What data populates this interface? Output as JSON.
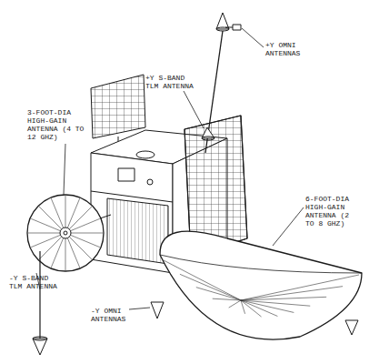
{
  "diagram": {
    "labels": [
      "+Y OMNI ANTENNAS",
      "+Y S-BAND TLM ANTENNA",
      "3-FOOT-DIA HIGH-GAIN ANTENNA (4 TO 12 GHZ)",
      "6-FOOT-DIA HIGH-GAIN ANTENNA (2 TO 8 GHZ)",
      "-Y S-BAND TLM ANTENNA",
      "-Y OMNI ANTENNAS"
    ]
  }
}
